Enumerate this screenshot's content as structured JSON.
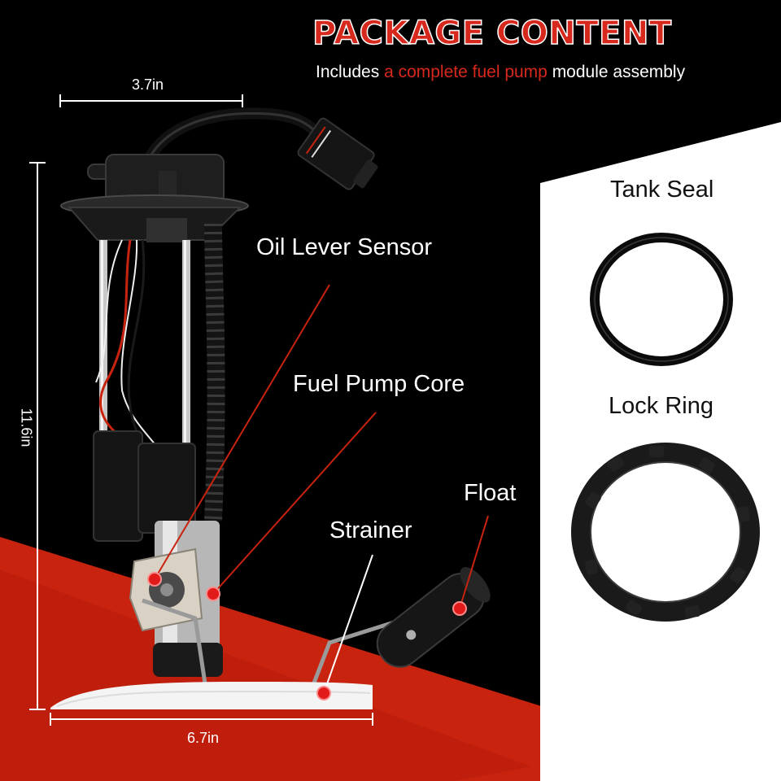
{
  "header": {
    "title": "PACKAGE CONTENT",
    "subtitle_before": "Includes ",
    "subtitle_highlight": "a complete fuel pump",
    "subtitle_after": " module assembly"
  },
  "dimensions": {
    "width_top": "3.7in",
    "height_left": "11.6in",
    "width_bottom": "6.7in"
  },
  "callouts": {
    "oil_lever_sensor": "Oil Lever Sensor",
    "fuel_pump_core": "Fuel Pump Core",
    "strainer": "Strainer",
    "float": "Float"
  },
  "accessories": {
    "tank_seal": "Tank Seal",
    "lock_ring": "Lock Ring"
  },
  "colors": {
    "accent_red": "#d6281c",
    "background": "#000000",
    "panel": "#ffffff"
  }
}
